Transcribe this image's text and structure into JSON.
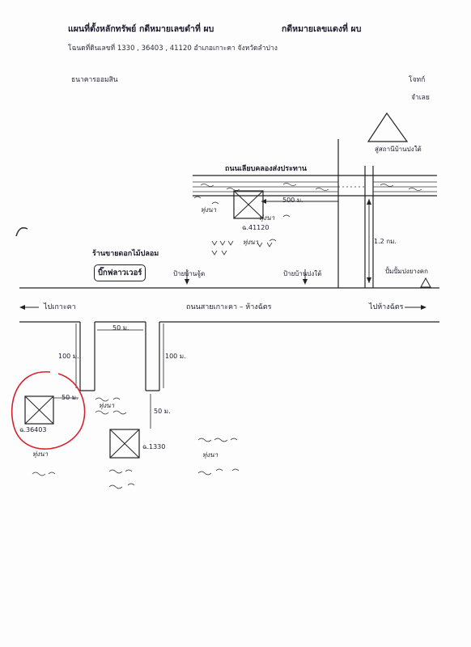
{
  "header": {
    "title": "แผนที่ตั้งหลักทรัพย์  กดีหมายเลขดำที่ ผบ",
    "title_right": "กดีหมายเลขแดงที่ ผบ",
    "deeds": "โฉนดที่ดินเลขที่  1330  , 36403  , 41120   อำเภอเกาะคา   จังหวัดลำปาง",
    "bank": "ธนาคารออมสิน",
    "plaintiff": "โจทก์",
    "defendant": "จำเลย"
  },
  "map": {
    "canal_road": "ถนนเลียบคลองส่งประทาน",
    "pumping_station": "สู่สถานีบ้านปงใต้",
    "shop_name": "ร้านขายดอกไม้ปลอม",
    "shop_sign": "บิ๊กฟลาวเวอร์",
    "bus_stop_1": "ป้ายบ้านจู้ด",
    "bus_stop_2": "ป้ายบ้านปงใต้",
    "gas_station": "ปั้มปั้มปงยางคก",
    "main_road": "ถนนสายเกาะคา  –  ห้างฉัตร",
    "to_kokha": "ไปเกาะคา",
    "to_hangchat": "ไปห้างฉัตร",
    "dist_500": "500  ม.",
    "dist_12km": "1.2  กม.",
    "dist_50_top": "50  ม.",
    "dist_100_left": "100  ม.",
    "dist_100_right": "100  ม.",
    "dist_50_left": "50  ม.",
    "dist_50_right": "50  ม.",
    "plot_41120": "ฉ.41120",
    "plot_36403": "ฉ.36403",
    "plot_1330": "ฉ.1330",
    "field_1": "ทุ่งนา",
    "field_2": "ทุ่งนา",
    "field_3": "ทุ่งนา",
    "field_4": "ทุ่งนา",
    "field_5": "ทุ่งนา",
    "field_6": "ทุ่งนา"
  }
}
